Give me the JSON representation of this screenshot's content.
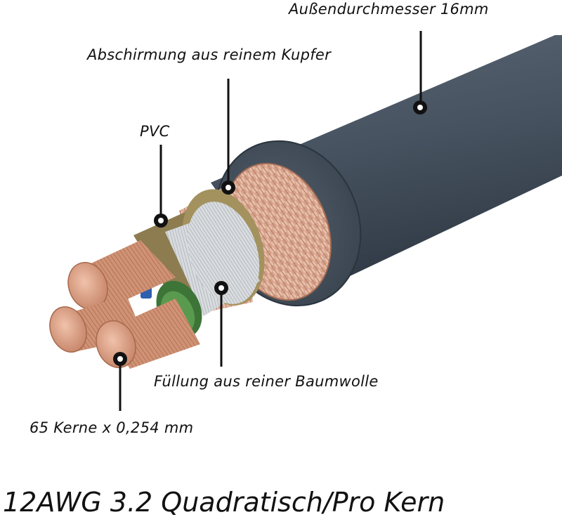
{
  "labels": {
    "outer_diameter": "Außendurchmesser 16mm",
    "shielding": "Abschirmung aus reinem Kupfer",
    "pvc": "PVC",
    "filling": "Füllung aus reiner Baumwolle",
    "cores": "65 Kerne x 0,254 mm"
  },
  "caption": "12AWG 3.2 Quadratisch/Pro Kern",
  "colors": {
    "jacket": "#4c5866",
    "copper": "#c98a6a",
    "shield_braid": "#d39d84",
    "pvc_layer": "#8a7a4e",
    "cotton_fill": "#c4c8cc",
    "green_insulation": "#3f7a3a",
    "leader_line": "#111111"
  }
}
